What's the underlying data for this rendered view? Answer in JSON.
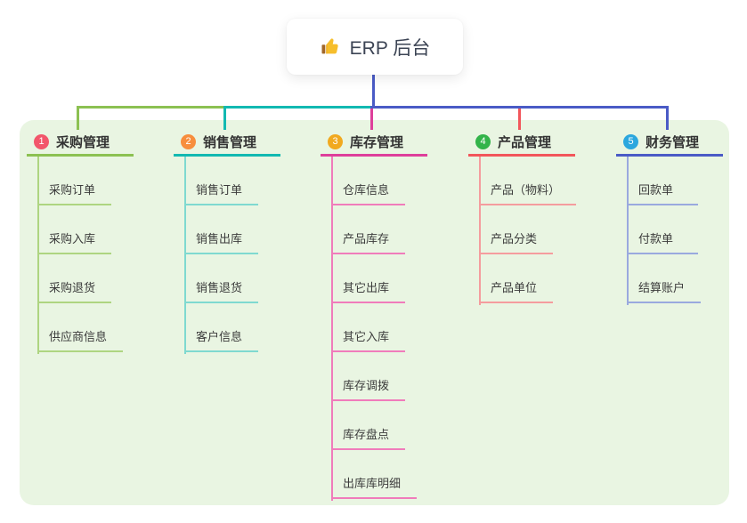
{
  "root": {
    "icon": "thumbs-up",
    "label": "ERP 后台"
  },
  "theme": {
    "canvas_bg": "#ffffff",
    "panel_bg": "#E9F5E2",
    "root_node_bg": "#ffffff",
    "root_text_color": "#3C4454",
    "root_line_color": "#4A5BC6",
    "header_text_color": "#333333",
    "child_text_color": "#3C3C3C",
    "thumb_icon_color": "#F6BE2C",
    "thumb_cuff_color": "#A0672A"
  },
  "branches": [
    {
      "index": "1",
      "label": "采购管理",
      "badge_color": "#F2566B",
      "line_color": "#8CC152",
      "child_line_color": "#AED581",
      "children": [
        "采购订单",
        "采购入库",
        "采购退货",
        "供应商信息"
      ]
    },
    {
      "index": "2",
      "label": "销售管理",
      "badge_color": "#F78E3D",
      "line_color": "#12B9B1",
      "child_line_color": "#7FD9D0",
      "children": [
        "销售订单",
        "销售出库",
        "销售退货",
        "客户信息"
      ]
    },
    {
      "index": "3",
      "label": "库存管理",
      "badge_color": "#F1A91F",
      "line_color": "#DE3F9B",
      "child_line_color": "#F07CBB",
      "children": [
        "仓库信息",
        "产品库存",
        "其它出库",
        "其它入库",
        "库存调拨",
        "库存盘点",
        "出库库明细"
      ]
    },
    {
      "index": "4",
      "label": "产品管理",
      "badge_color": "#33B44A",
      "line_color": "#F2565B",
      "child_line_color": "#F59C9E",
      "children": [
        "产品（物料）",
        "产品分类",
        "产品单位"
      ]
    },
    {
      "index": "5",
      "label": "财务管理",
      "badge_color": "#2BA7DE",
      "line_color": "#4A5BC6",
      "child_line_color": "#9AA9DE",
      "children": [
        "回款单",
        "付款单",
        "结算账户"
      ]
    }
  ]
}
